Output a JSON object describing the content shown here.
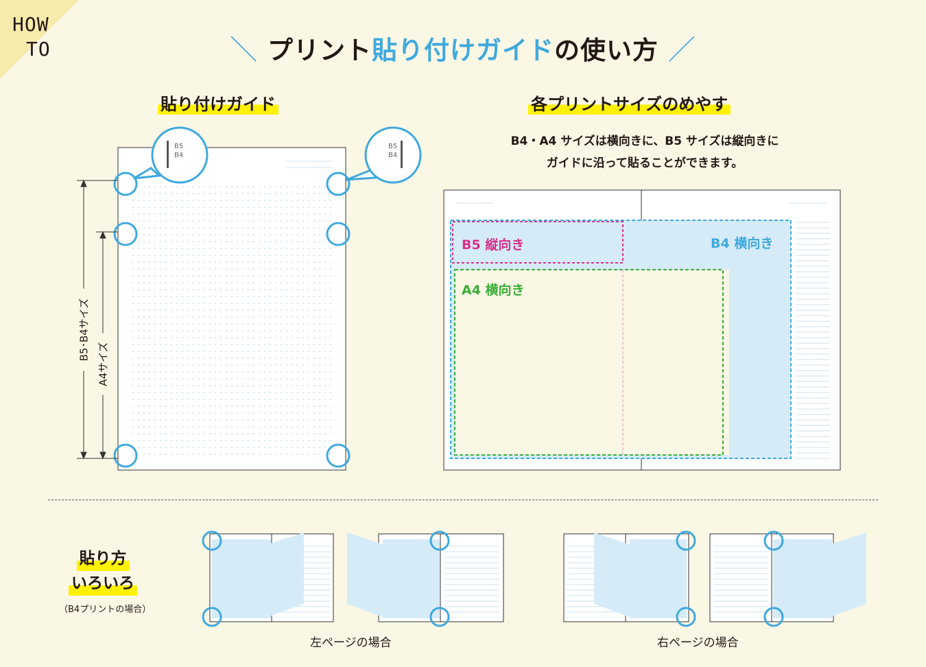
{
  "corner": {
    "line1": "HOW",
    "line2": "TO"
  },
  "title": {
    "part1": "プリント",
    "part2": "貼り付けガイド",
    "part3": "の使い方"
  },
  "section_paste_guide": {
    "heading": "貼り付けガイド",
    "bubble_left": {
      "line1": "B5",
      "line2": "B4"
    },
    "bubble_right": {
      "line1": "B5",
      "line2": "B4"
    },
    "label_b5b4": "B5･B4サイズ",
    "label_a4": "A4サイズ"
  },
  "section_sizes": {
    "heading": "各プリントサイズのめやす",
    "desc_line1": "B4・A4 サイズは横向きに、B5 サイズは縦向きに",
    "desc_line2": "ガイドに沿って貼ることができます。",
    "b5_label": "B5 縦向き",
    "b4_label": "B4 横向き",
    "a4_label": "A4 横向き"
  },
  "section_methods": {
    "heading_line1": "貼り方",
    "heading_line2": "いろいろ",
    "sub": "（B4プリントの場合）",
    "caption_left": "左ページの場合",
    "caption_right": "右ページの場合"
  },
  "colors": {
    "accent_blue": "#3fa9de",
    "highlight_yellow": "#fff100",
    "b5_magenta": "#d9308a",
    "a4_green": "#3aae38",
    "paper_blue": "#d5ebf8"
  }
}
